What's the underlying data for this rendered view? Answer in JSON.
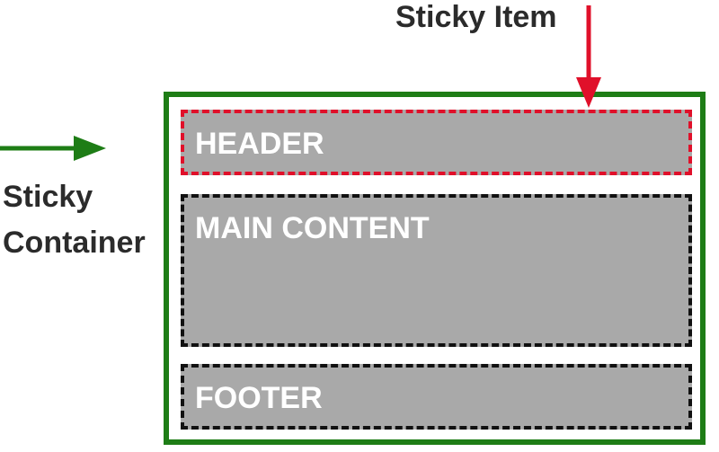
{
  "labels": {
    "sticky_item": "Sticky Item",
    "sticky_container_line1": "Sticky",
    "sticky_container_line2": "Container"
  },
  "sections": {
    "header": "HEADER",
    "main_content": "MAIN CONTENT",
    "footer": "FOOTER"
  },
  "colors": {
    "container_border": "#1e7d16",
    "sticky_item_border": "#e0102a",
    "section_border": "#111111",
    "section_fill": "#a9a9a9",
    "section_text": "#ffffff",
    "label_text": "#2b2b2b",
    "item_arrow": "#e0102a",
    "container_arrow": "#1e7d16"
  }
}
